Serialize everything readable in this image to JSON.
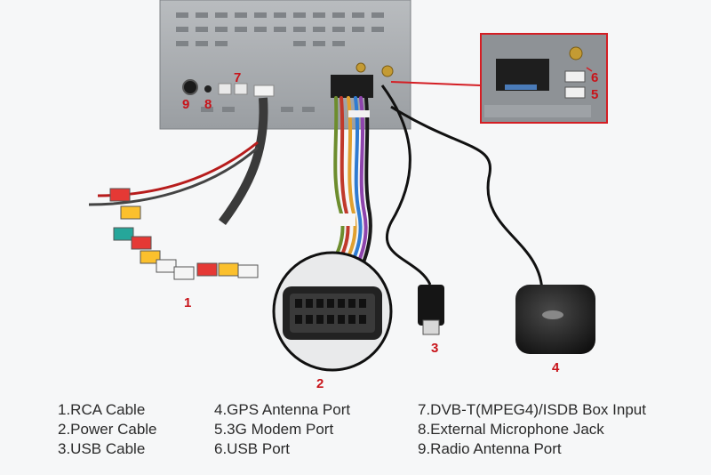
{
  "callouts": {
    "c1": "1",
    "c2": "2",
    "c3": "3",
    "c4": "4",
    "c5": "5",
    "c6": "6",
    "c7": "7",
    "c8": "8",
    "c9": "9"
  },
  "legend": {
    "col1": [
      "1.RCA Cable",
      "2.Power Cable",
      "3.USB Cable"
    ],
    "col2": [
      "4.GPS Antenna Port",
      "5.3G Modem Port",
      "6.USB Port"
    ],
    "col3": [
      "7.DVB-T(MPEG4)/ISDB Box Input",
      "8.External Microphone Jack",
      "9.Radio Antenna Port"
    ]
  },
  "colors": {
    "callout_red": "#c8141a",
    "legend_text": "#2a2a2a",
    "background": "#f6f7f8"
  }
}
